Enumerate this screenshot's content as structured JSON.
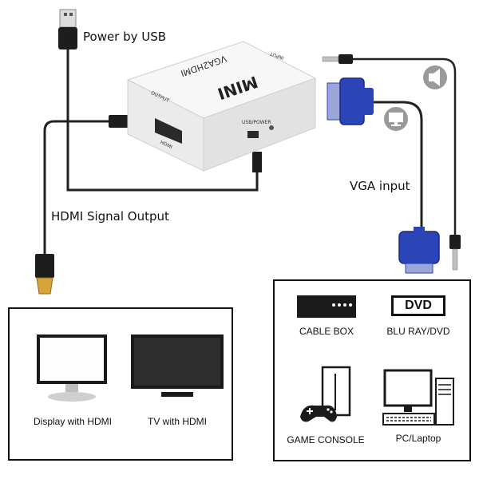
{
  "labels": {
    "power_by_usb": "Power by USB",
    "vga_input": "VGA input",
    "hdmi_output": "HDMI Signal Output"
  },
  "device": {
    "brand": "MINI",
    "model": "VGA2HDMI",
    "output_label": "OUTPUT",
    "input_label": "INPUT",
    "usb_power_label": "USB/POWER",
    "hdmi_port_label": "HDMI"
  },
  "output_panel": {
    "items": [
      {
        "label": "Display with HDMI",
        "icon": "monitor-icon"
      },
      {
        "label": "TV with HDMI",
        "icon": "tv-icon"
      }
    ]
  },
  "input_panel": {
    "items": [
      {
        "label": "CABLE BOX",
        "icon": "cable-box-icon"
      },
      {
        "label": "BLU RAY/DVD",
        "icon": "dvd-icon",
        "badge": "DVD"
      },
      {
        "label": "GAME CONSOLE",
        "icon": "game-console-icon"
      },
      {
        "label": "PC/Laptop",
        "icon": "pc-icon"
      }
    ]
  },
  "colors": {
    "vga_blue": "#2b44b8",
    "hdmi_gold": "#d8a43a",
    "cable": "#222222",
    "device_white": "#f4f4f4",
    "bubble_gray": "#9a9a9a"
  }
}
